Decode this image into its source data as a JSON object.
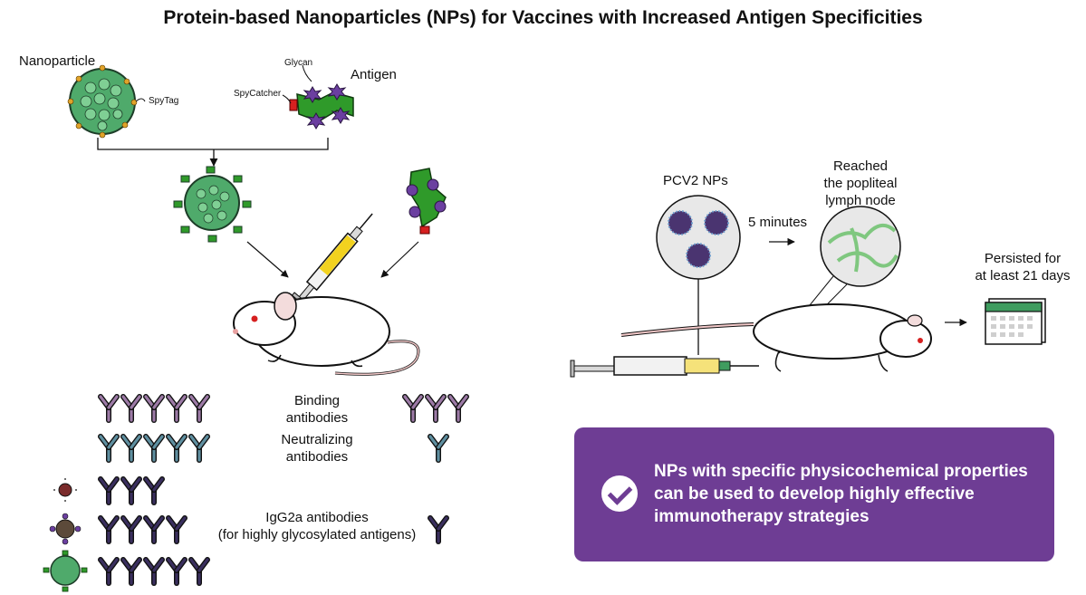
{
  "title": "Protein-based Nanoparticles (NPs) for Vaccines with Increased Antigen Specificities",
  "left_panel": {
    "nanoparticle_label": "Nanoparticle",
    "spytag_label": "SpyTag",
    "glycan_label": "Glycan",
    "antigen_label": "Antigen",
    "spycatcher_label": "SpyCatcher",
    "binding_label": "Binding\nantibodies",
    "neutralizing_label": "Neutralizing\nantibodies",
    "igg2a_label": "IgG2a antibodies\n(for highly glycosylated antigens)",
    "rows": [
      {
        "name": "binding",
        "np_count": 5,
        "antigen_count": 3,
        "color": "#9c7aa6"
      },
      {
        "name": "neutralizing",
        "np_count": 5,
        "antigen_count": 1,
        "color": "#5f8fa0"
      },
      {
        "name": "igg2a-low",
        "np_count": 3,
        "color": "#3a2f5e"
      },
      {
        "name": "igg2a-mid",
        "np_count": 4,
        "antigen_count": 1,
        "color": "#3a2f5e"
      },
      {
        "name": "igg2a-high",
        "np_count": 5,
        "color": "#3a2f5e"
      }
    ]
  },
  "right_panel": {
    "pcv2_label": "PCV2 NPs",
    "time_label": "5 minutes",
    "reached_label": "Reached\nthe popliteal\nlymph node",
    "persisted_label": "Persisted for\nat least 21 days"
  },
  "conclusion": "NPs with specific physicochemical properties can be used to develop highly effective immunotherapy strategies",
  "colors": {
    "accent": "#6e3d94",
    "np_green": "#3f9c5f",
    "antigen_green": "#2f9a2a",
    "glycan_purple": "#6b3fa0"
  }
}
